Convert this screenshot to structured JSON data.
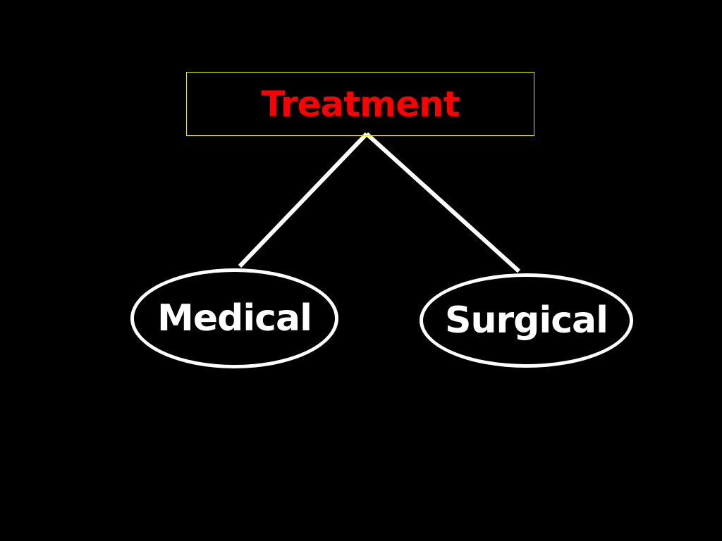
{
  "diagram": {
    "root": {
      "label": "Treatment",
      "text_color": "#ff0000",
      "border_color": "#e6e600"
    },
    "children": [
      {
        "label": "Medical"
      },
      {
        "label": "Surgical"
      }
    ],
    "colors": {
      "background": "#000000",
      "node_outline": "#ffffff",
      "node_text": "#ffffff",
      "connector": "#ffffff"
    }
  }
}
